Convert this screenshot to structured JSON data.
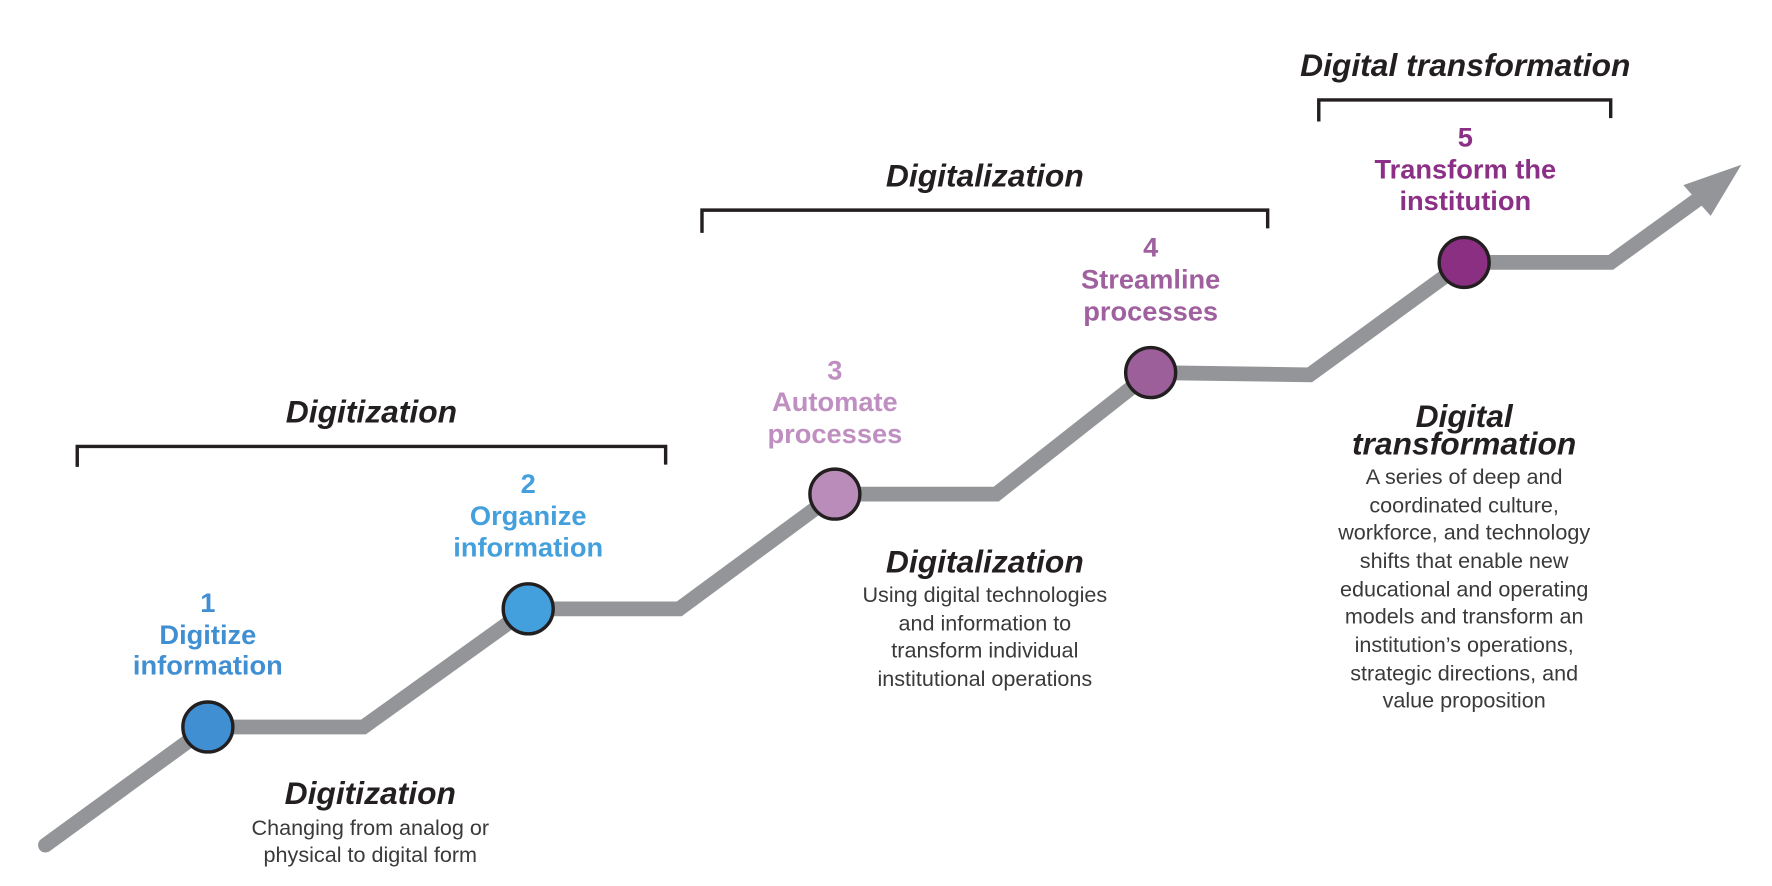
{
  "colors": {
    "path": "#939598",
    "outline": "#231f20",
    "text_dark": "#231f20",
    "step1": "#3f8fd2",
    "step2": "#44a0dc",
    "step3": "#c08fc1",
    "step4": "#a0609f",
    "step5": "#8c2f86"
  },
  "brackets": [
    {
      "title": "Digitization"
    },
    {
      "title": "Digitalization"
    },
    {
      "title": "Digital transformation"
    }
  ],
  "steps": [
    {
      "number": "1",
      "line1": "Digitize",
      "line2": "information"
    },
    {
      "number": "2",
      "line1": "Organize",
      "line2": "information"
    },
    {
      "number": "3",
      "line1": "Automate",
      "line2": "processes"
    },
    {
      "number": "4",
      "line1": "Streamline",
      "line2": "processes"
    },
    {
      "number": "5",
      "line1": "Transform the",
      "line2": "institution"
    }
  ],
  "descriptions": [
    {
      "title": "Digitization",
      "lines": [
        "Changing from analog or",
        "physical to digital form"
      ]
    },
    {
      "title": "Digitalization",
      "lines": [
        "Using digital technologies",
        "and information to",
        "transform individual",
        "institutional operations"
      ]
    },
    {
      "title_line1": "Digital",
      "title_line2": "transformation",
      "lines": [
        "A series of deep and",
        "coordinated culture,",
        "workforce, and technology",
        "shifts that enable new",
        "educational and operating",
        "models and transform an",
        "institution’s operations,",
        "strategic directions, and",
        "value proposition"
      ]
    }
  ]
}
